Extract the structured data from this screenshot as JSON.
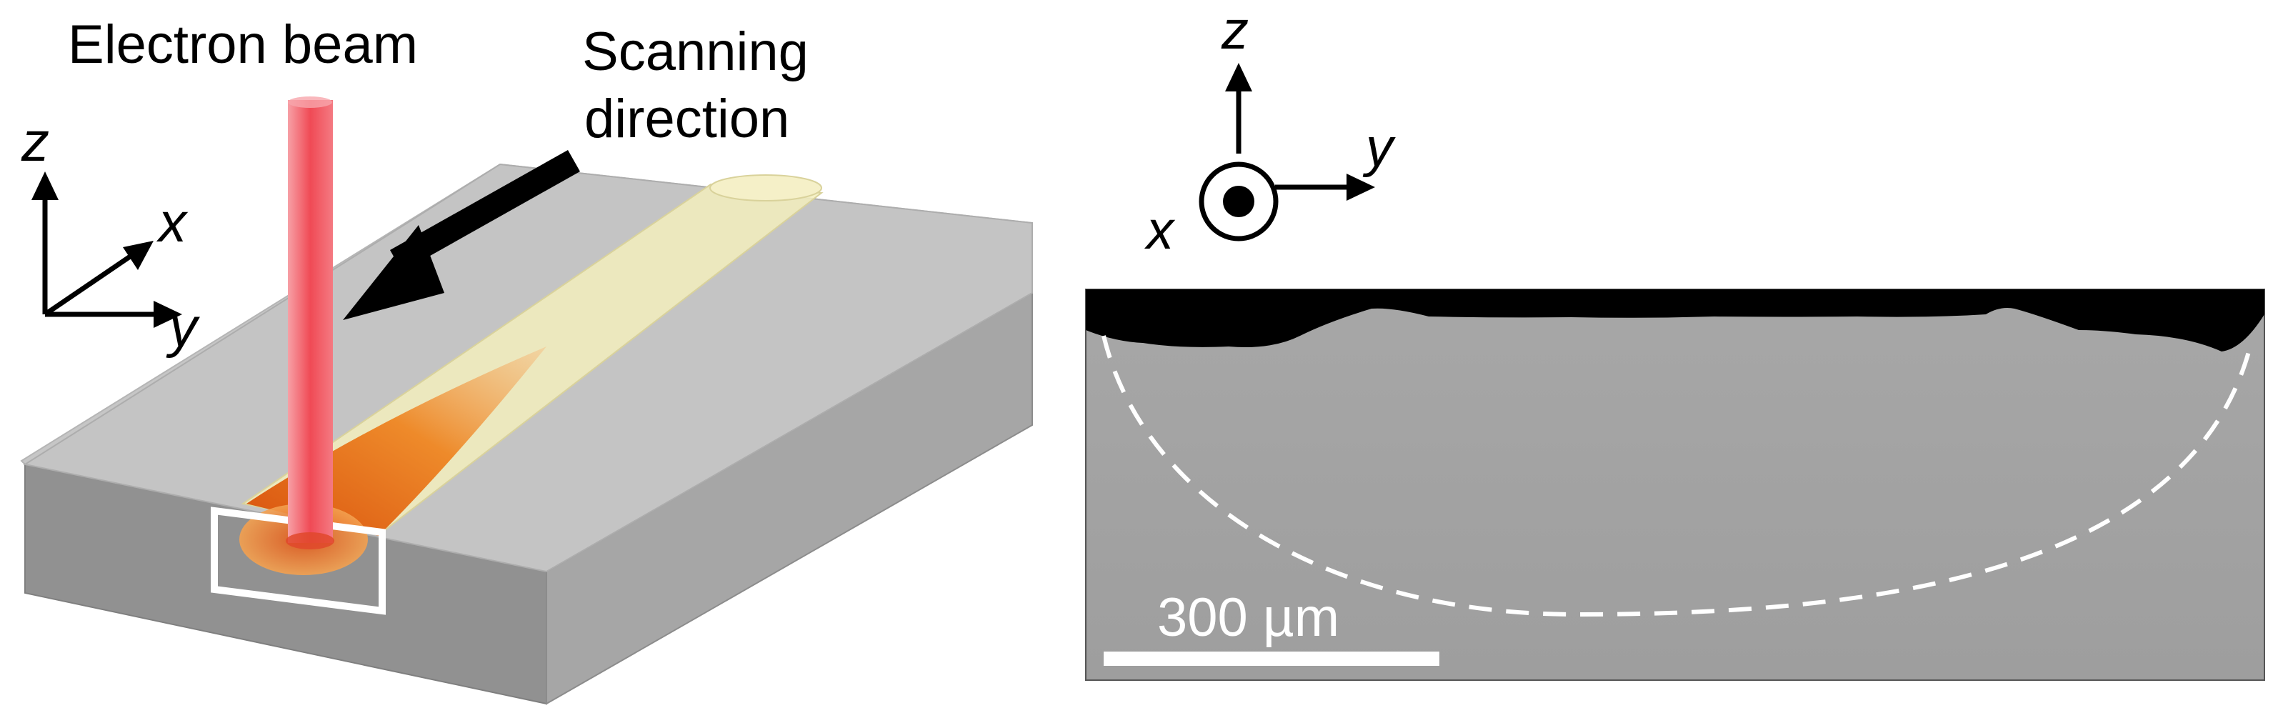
{
  "labels": {
    "beam": "Electron beam",
    "scan_line1": "Scanning",
    "scan_line2": "direction",
    "left_axes": {
      "z": "z",
      "x": "x",
      "y": "y"
    },
    "right_axes": {
      "z": "z",
      "x": "x",
      "y": "y"
    },
    "scale_bar": "300 µm"
  },
  "colors": {
    "block_top": "#c4c4c4",
    "block_front": "#8f8f8f",
    "block_side": "#a9a9a9",
    "beam": "#f04a55",
    "melt_track": "#f3efbf",
    "melt_pool": "#e8781a",
    "highlight_box": "#ffffff",
    "micrograph_bg": "#a3a3a3",
    "micrograph_top": "#000000",
    "boundary_dash": "#ffffff"
  },
  "icons": [
    "arrow-icon",
    "axes-icon",
    "out-of-plane-icon"
  ]
}
